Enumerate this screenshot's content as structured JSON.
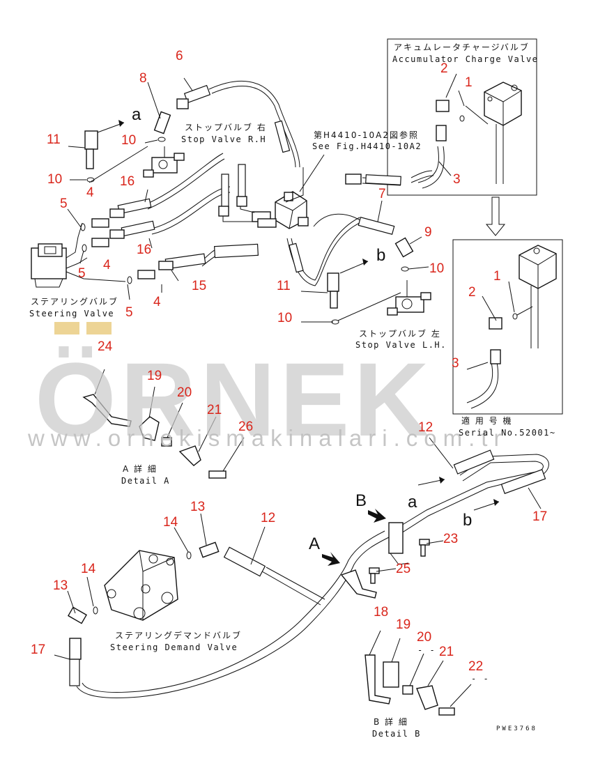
{
  "watermark": {
    "brand": "ÖRNEK",
    "url": "www.ornekismakinalari.com.tr"
  },
  "labels": {
    "accum_jp": "アキュムレータチャージバルブ",
    "accum_en": "Accumulator Charge Valve",
    "stop_r_jp": "ストップバルブ 右",
    "stop_r_en": "Stop Valve R.H",
    "see_fig_jp": "第H4410-10A2図参照",
    "see_fig_en": "See Fig.H4410-10A2",
    "stop_l_jp": "ストップバルブ 左",
    "stop_l_en": "Stop Valve L.H.",
    "steer_jp": "ステアリングバルブ",
    "steer_en": "Steering Valve",
    "serial_jp": "適 用 号 機",
    "serial_en": "Serial No.52001~",
    "detail_a_jp": "A 詳 細",
    "detail_a_en": "Detail A",
    "detail_b_jp": "B 詳 細",
    "detail_b_en": "Detail B",
    "demand_jp": "ステアリングデマンドバルブ",
    "demand_en": "Steering Demand Valve",
    "code": "PWE3768",
    "arrow_a": "a",
    "arrow_b": "b",
    "view_A": "A",
    "view_B": "B",
    "dash": "- -"
  },
  "callouts": [
    "1",
    "1",
    "2",
    "2",
    "3",
    "3",
    "4",
    "4",
    "4",
    "5",
    "5",
    "5",
    "6",
    "7",
    "8",
    "9",
    "10",
    "10",
    "10",
    "10",
    "11",
    "11",
    "12",
    "12",
    "13",
    "13",
    "14",
    "14",
    "15",
    "16",
    "16",
    "17",
    "17",
    "18",
    "19",
    "19",
    "20",
    "20",
    "21",
    "21",
    "22",
    "23",
    "24",
    "25",
    "26"
  ]
}
